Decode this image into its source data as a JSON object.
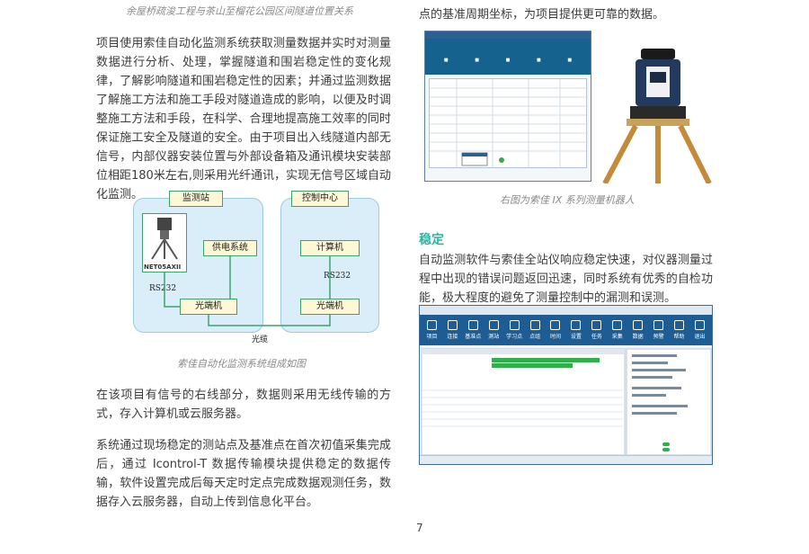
{
  "captions": {
    "top_left": "余屋桥疏浚工程与茶山至榴花公园区间隧道位置关系",
    "diagram": "索佳自动化监测系统组成如图",
    "robot": "右图为索佳 IX 系列测量机器人"
  },
  "left": {
    "para1": "项目使用索佳自动化监测系统获取测量数据并实时对测量数据进行分析、处理，掌握隧道和围岩稳定性的变化规律，了解影响隧道和围岩稳定性的因素；并通过监测数据了解施工方法和施工手段对隧道造成的影响，以便及时调整施工方法和手段，在科学、合理地提高施工效率的同时保证施工安全及隧道的安全。由于项目出入线隧道内部无信号，内部仪器安装位置与外部设备箱及通讯模块安装部位相距180米左右,则采用光纤通讯，实现无信号区域自动化监测。",
    "para2": "在该项目有信号的右线部分，数据则采用无线传输的方式，存入计算机或云服务器。",
    "para3": "系统通过现场稳定的测站点及基准点在首次初值采集完成后，通过 Icontrol-T 数据传输模块提供稳定的数据传输，软件设置完成后每天定时定点完成数据观测任务，数据存入云服务器，自动上传到信息化平台。"
  },
  "diagram": {
    "station_label": "监测站",
    "control_label": "控制中心",
    "power": "供电系统",
    "device": "NET05AXII",
    "computer": "计算机",
    "optic_left": "光端机",
    "optic_right": "光端机",
    "rs232_left": "RS232",
    "rs232_right": "RS232",
    "cable": "光缆"
  },
  "right": {
    "top_text_1": "点的基准周期坐标，为项目提供更可靠的数据。",
    "heading": "稳定",
    "para": "自动监测软件与索佳全站仪响应稳定快速，对仪器测量过程中出现的错误问题返回迅速，同时系统有优秀的自检功能，极大程度的避免了测量控制中的漏测和误测。"
  },
  "software2": {
    "toolbar": [
      "项目",
      "连接",
      "基准点",
      "测站",
      "学习点",
      "点组",
      "时间",
      "设置",
      "任务",
      "采集",
      "数据",
      "预警",
      "帮助",
      "退出"
    ]
  },
  "page_number": "7",
  "colors": {
    "heading": "#2ab5a0",
    "toolbar": "#1d5d93",
    "station_fill": "#d9eef8"
  }
}
